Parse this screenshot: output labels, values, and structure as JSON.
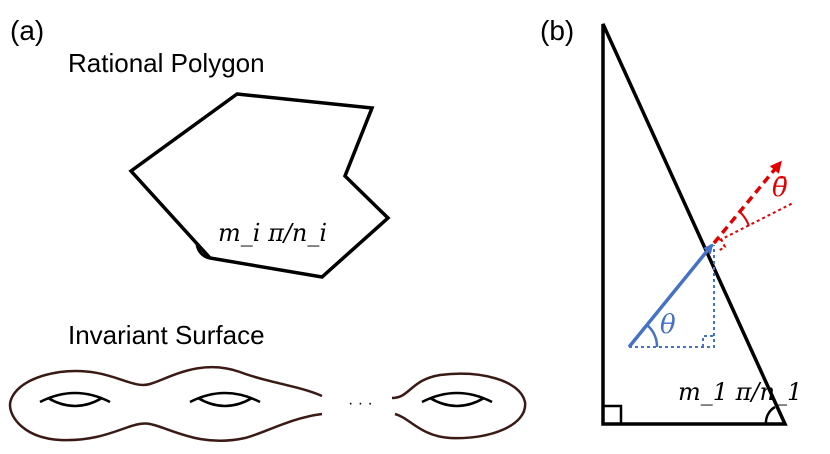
{
  "panel_a": {
    "tag": "(a)",
    "polygon_title": "Rational Polygon",
    "angle_label": "m_i π/n_i",
    "surface_title": "Invariant Surface",
    "ellipsis": "· · ·"
  },
  "panel_b": {
    "tag": "(b)",
    "theta": "θ",
    "theta_bar": "θ̄",
    "angle_label": "m_1 π/n_1"
  },
  "colors": {
    "outline": "#000000",
    "surface": "#3a1a14",
    "trajectory": "#4472c4",
    "reflected": "#e00000"
  }
}
